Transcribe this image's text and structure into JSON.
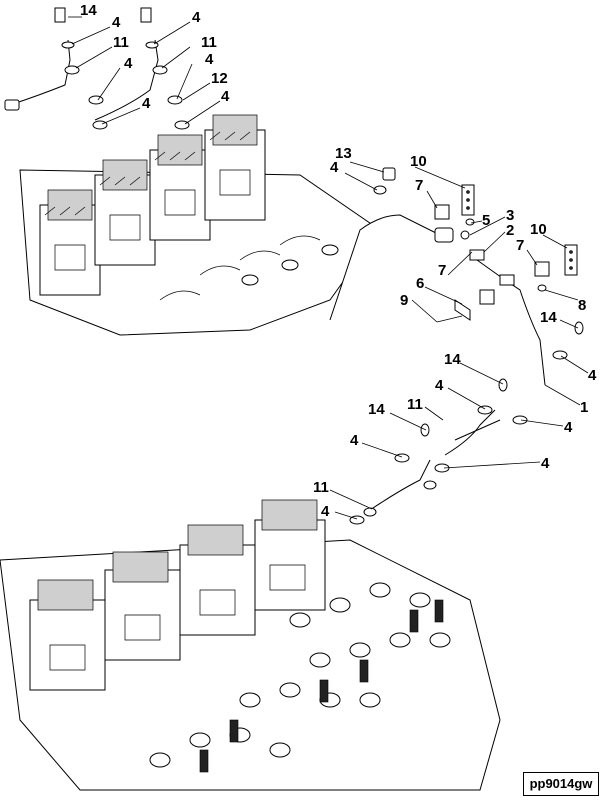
{
  "figure": {
    "id": "pp9014gw"
  },
  "callouts": [
    {
      "label": "14"
    },
    {
      "label": "4"
    },
    {
      "label": "4"
    },
    {
      "label": "11"
    },
    {
      "label": "11"
    },
    {
      "label": "4"
    },
    {
      "label": "4"
    },
    {
      "label": "12"
    },
    {
      "label": "4"
    },
    {
      "label": "4"
    },
    {
      "label": "13"
    },
    {
      "label": "4"
    },
    {
      "label": "10"
    },
    {
      "label": "7"
    },
    {
      "label": "5"
    },
    {
      "label": "3"
    },
    {
      "label": "2"
    },
    {
      "label": "10"
    },
    {
      "label": "7"
    },
    {
      "label": "7"
    },
    {
      "label": "6"
    },
    {
      "label": "9"
    },
    {
      "label": "8"
    },
    {
      "label": "14"
    },
    {
      "label": "14"
    },
    {
      "label": "4"
    },
    {
      "label": "4"
    },
    {
      "label": "1"
    },
    {
      "label": "14"
    },
    {
      "label": "11"
    },
    {
      "label": "4"
    },
    {
      "label": "4"
    },
    {
      "label": "4"
    },
    {
      "label": "11"
    },
    {
      "label": "4"
    }
  ]
}
